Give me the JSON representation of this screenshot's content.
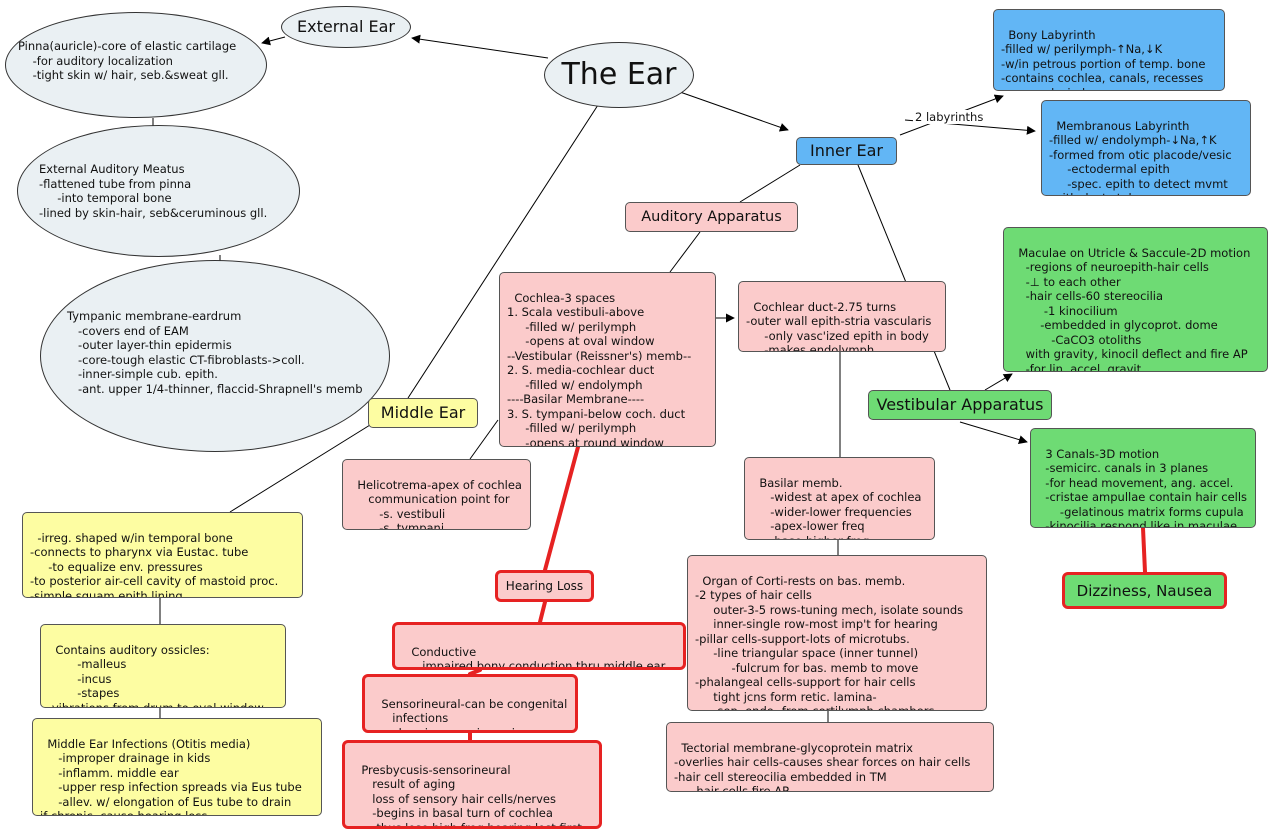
{
  "title": "The Ear",
  "labels": {
    "external_ear": "External Ear",
    "inner_ear": "Inner Ear",
    "middle_ear": "Middle Ear",
    "auditory_apparatus": "Auditory Apparatus",
    "vestibular_apparatus": "Vestibular Apparatus",
    "hearing_loss": "Hearing Loss",
    "dizziness": "Dizziness, Nausea",
    "two_labyrinths": "2 labyrinths"
  },
  "nodes": {
    "pinna": "Pinna(auricle)-core of elastic cartilage\n    -for auditory localization\n    -tight skin w/ hair, seb.&sweat gll.",
    "eam": "External Auditory Meatus\n-flattened tube from pinna\n     -into temporal bone\n-lined by skin-hair, seb&ceruminous gll.",
    "tympanic": "Tympanic membrane-eardrum\n   -covers end of EAM\n   -outer layer-thin epidermis\n   -core-tough elastic CT-fibroblasts->coll.\n   -inner-simple cub. epith.\n   -ant. upper 1/4-thinner, flaccid-Shrapnell's memb",
    "bony_labyrinth": "Bony Labyrinth\n-filled w/ perilymph-↑Na,↓K\n-w/in petrous portion of temp. bone\n-contains cochlea, canals, recesses\n        oval window",
    "membranous_labyrinth": "Membranous Labyrinth\n-filled w/ endolymph-↓Na,↑K\n-formed from otic placode/vesic\n     -ectodermal epith\n     -spec. epith to detect mvmt\n-with ducts-tubes",
    "maculae": "Maculae on Utricle & Saccule-2D motion\n    -regions of neuroepith-hair cells\n    -⊥ to each other\n    -hair cells-60 stereocilia\n         -1 kinocilium\n        -embedded in glycoprot. dome\n           -CaCO3 otoliths\n    with gravity, kinocil deflect and fire AP\n    -for lin. accel, gravit",
    "canals": "3 Canals-3D motion\n  -semicirc. canals in 3 planes\n  -for head movement, ang. accel.\n  -cristae ampullae contain hair cells\n      -gelatinous matrix forms cupula\n  -kinocilia respond like in maculae",
    "cochlea": "Cochlea-3 spaces\n1. Scala vestibuli-above\n     -filled w/ perilymph\n     -opens at oval window\n--Vestibular (Reissner's) memb--\n2. S. media-cochlear duct\n     -filled w/ endolymph\n----Basilar Membrane----\n3. S. tympani-below coch. duct\n     -filled w/ perilymph\n     -opens at round window",
    "cochlear_duct": "Cochlear duct-2.75 turns\n-outer wall epith-stria vascularis\n     -only vasc'ized epith in body\n     -makes endolymph",
    "helicotrema": "Helicotrema-apex of cochlea\n     communication point for\n        -s. vestibuli\n        -s. tympani",
    "basilar": "Basilar memb.\n     -widest at apex of cochlea\n     -wider-lower frequencies\n     -apex-lower freq\n     -base-higher freq",
    "corti": "Organ of Corti-rests on bas. memb.\n-2 types of hair cells\n     outer-3-5 rows-tuning mech, isolate sounds\n     inner-single row-most imp't for hearing\n-pillar cells-support-lots of microtubs.\n     -line triangular space (inner tunnel)\n          -fulcrum for bas. memb to move\n-phalangeal cells-support for hair cells\n     tight jcns form retic. lamina-\n     -sep. endo- from cortilymph chambers",
    "tectorial": "Tectorial membrane-glycoprotein matrix\n-overlies hair cells-causes shear forces on hair cells\n-hair cell stereocilia embedded in TM\n     -hair cells fire AP",
    "middle_temporal": "-irreg. shaped w/in temporal bone\n-connects to pharynx via Eustac. tube\n     -to equalize env. pressures\n-to posterior air-cell cavity of mastoid proc.\n-simple squam epith lining",
    "ossicles": "Contains auditory ossicles:\n        -malleus\n        -incus\n        -stapes\n-vibrations from drum to oval window",
    "otitis": "Middle Ear Infections (Otitis media)\n     -improper drainage in kids\n     -inflamm. middle ear\n     -upper resp infection spreads via Eus tube\n     -allev. w/ elongation of Eus tube to drain\nif chronic, cause hearing loss",
    "conductive": "Conductive\n     impaired bony conduction thru middle ear",
    "sensorineural": "Sensorineural-can be congenital\n     infections\n     chronic excessive noise",
    "presbycusis": "Presbycusis-sensorineural\n     result of aging\n     loss of sensory hair cells/nerves\n     -begins in basal turn of cochlea\n     -thus lose high freq hearing lost first"
  },
  "colors": {
    "yellow": "#fdfda2",
    "pink": "#fbcbcb",
    "blue": "#62b6f5",
    "green": "#6edb74",
    "grey_oval": "#eaf0f3",
    "red_link": "#e62222"
  }
}
